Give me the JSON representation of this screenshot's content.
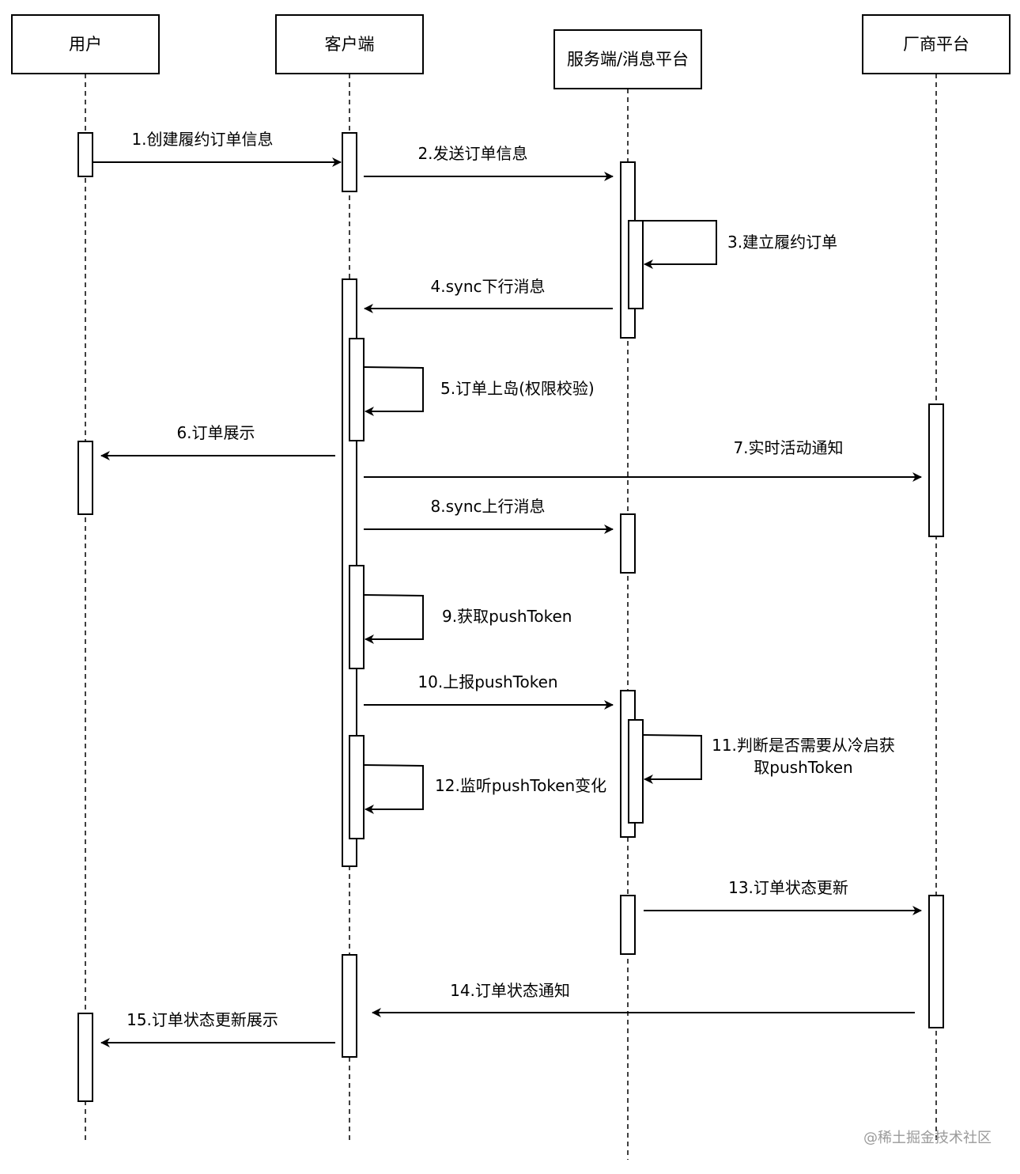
{
  "actors": [
    {
      "id": "user",
      "label": "用户"
    },
    {
      "id": "client",
      "label": "客户端"
    },
    {
      "id": "server",
      "label": "服务端/消息平台"
    },
    {
      "id": "vendor",
      "label": "厂商平台"
    }
  ],
  "messages": [
    {
      "label": "1.创建履约订单信息",
      "from": "user",
      "to": "client"
    },
    {
      "label": "2.发送订单信息",
      "from": "client",
      "to": "server"
    },
    {
      "label": "3.建立履约订单",
      "from": "server",
      "to": "server"
    },
    {
      "label": "4.sync下行消息",
      "from": "server",
      "to": "client"
    },
    {
      "label": "5.订单上岛(权限校验)",
      "from": "client",
      "to": "client"
    },
    {
      "label": "6.订单展示",
      "from": "client",
      "to": "user"
    },
    {
      "label": "7.实时活动通知",
      "from": "client",
      "to": "vendor"
    },
    {
      "label": "8.sync上行消息",
      "from": "client",
      "to": "server"
    },
    {
      "label": "9.获取pushToken",
      "from": "client",
      "to": "client"
    },
    {
      "label": "10.上报pushToken",
      "from": "client",
      "to": "server"
    },
    {
      "label": [
        "11.判断是否需要从冷启获",
        "取pushToken"
      ],
      "from": "server",
      "to": "server"
    },
    {
      "label": "12.监听pushToken变化",
      "from": "client",
      "to": "client"
    },
    {
      "label": "13.订单状态更新",
      "from": "server",
      "to": "vendor"
    },
    {
      "label": "14.订单状态通知",
      "from": "vendor",
      "to": "client"
    },
    {
      "label": "15.订单状态更新展示",
      "from": "client",
      "to": "user"
    }
  ],
  "watermark": "@稀土掘金技术社区"
}
